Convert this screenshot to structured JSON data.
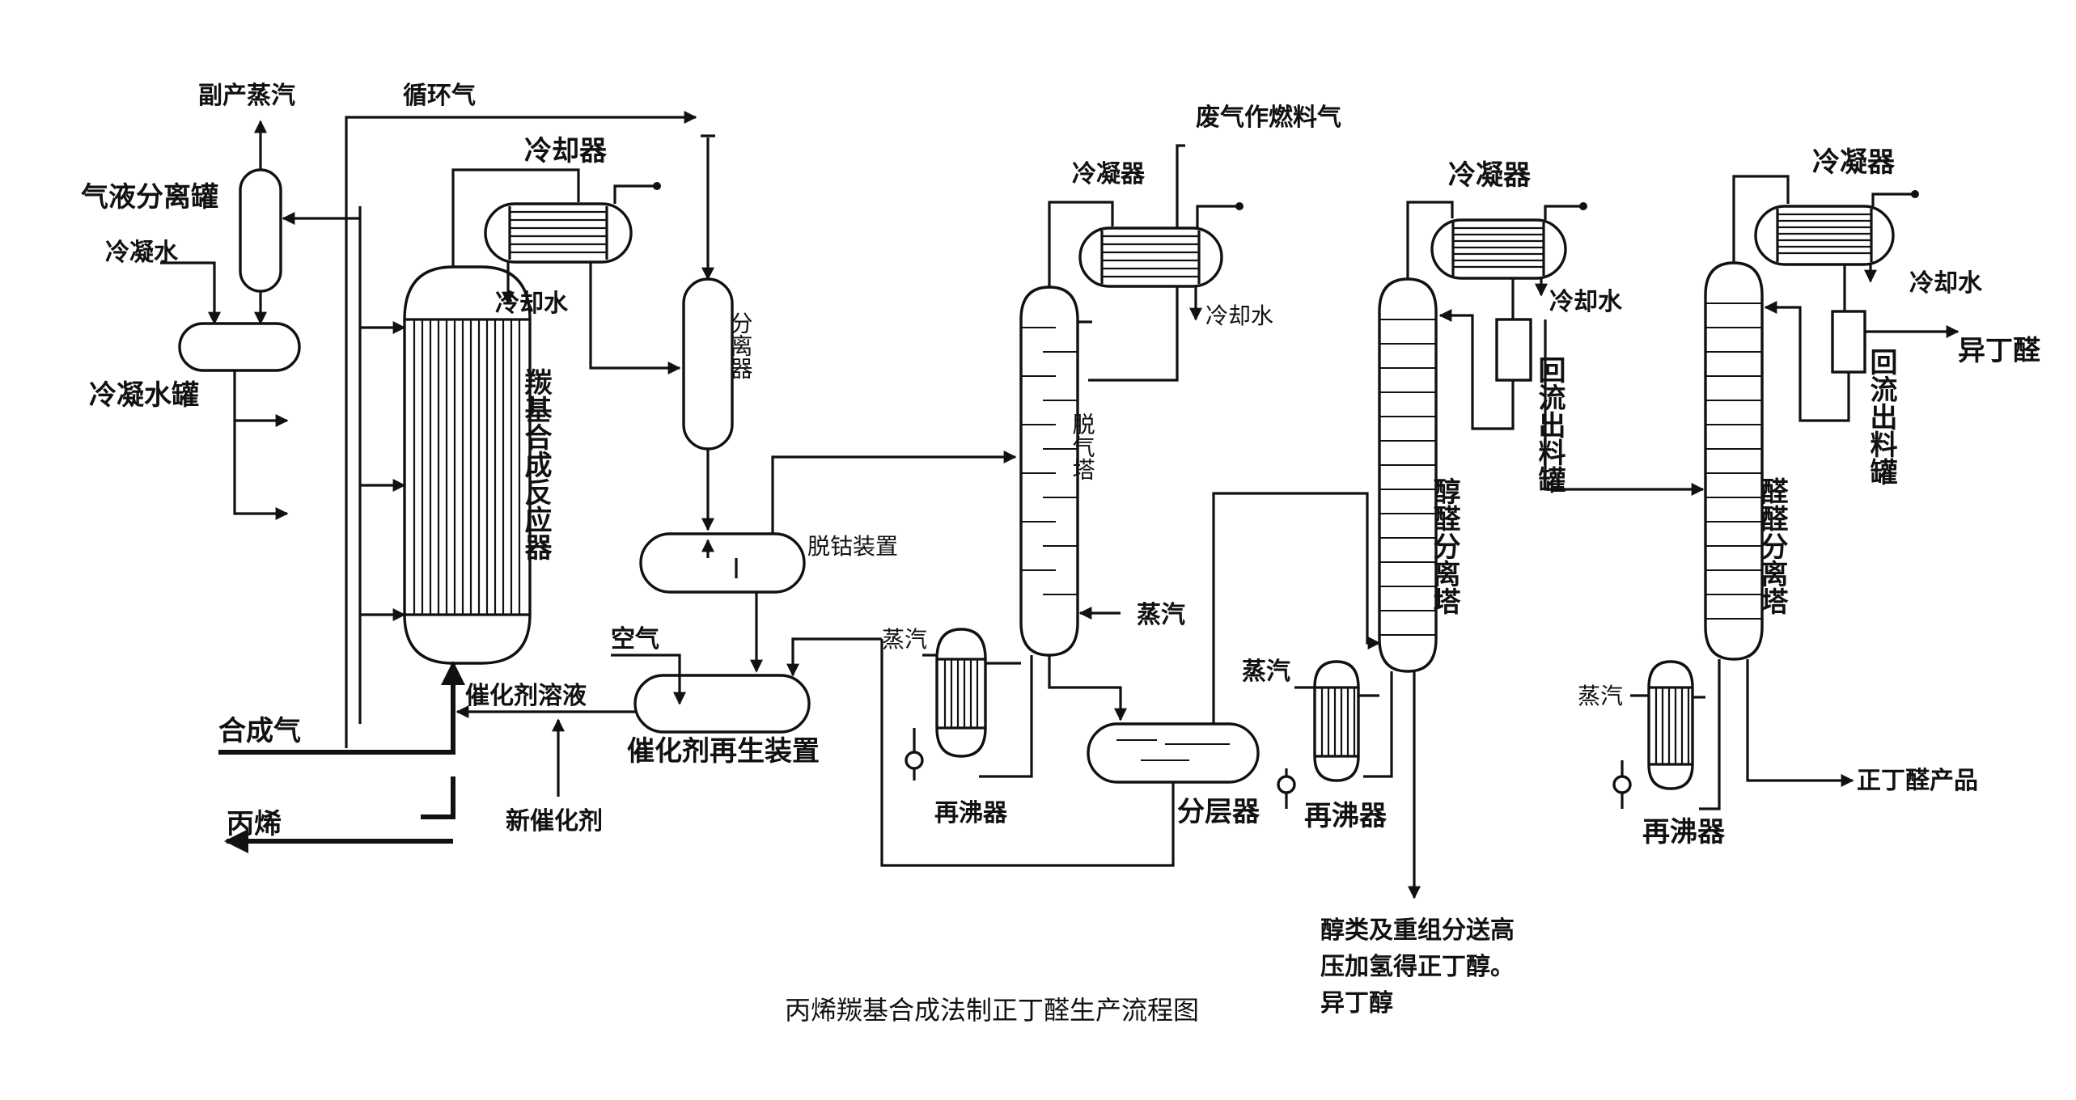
{
  "caption": "丙烯羰基合成法制正丁醛生产流程图",
  "labels": {
    "byproduct_steam": "副产蒸汽",
    "recycle_gas": "循环气",
    "gas_liquid_separator": "气液分离罐",
    "condensate_water_in": "冷凝水",
    "condensate_tank": "冷凝水罐",
    "cooler_1": "冷却器",
    "cooling_water_1": "冷却水",
    "reactor": "羰基合成反应器",
    "separator": "分离器",
    "decobalt_unit": "脱钴装置",
    "air": "空气",
    "catalyst_solution": "催化剂溶液",
    "syngas": "合成气",
    "propylene": "丙烯",
    "fresh_catalyst": "新催化剂",
    "catalyst_regen": "催化剂再生装置",
    "waste_gas_fuel": "废气作燃料气",
    "condenser_2": "冷凝器",
    "cooling_water_2": "冷却水",
    "degassing_tower": "脱气塔",
    "steam_1": "蒸汽",
    "steam_2": "蒸汽",
    "reboiler_1": "再沸器",
    "layer_separator": "分层器",
    "condenser_3": "冷凝器",
    "cooling_water_3": "冷却水",
    "reflux_tank_3": "回流出料罐",
    "alcohol_aldehyde_tower": "醇醛分离塔",
    "steam_3": "蒸汽",
    "reboiler_2": "再沸器",
    "heavy_products_line1": "醇类及重组分送高",
    "heavy_products_line2": "压加氢得正丁醇。",
    "heavy_products_line3": "异丁醇",
    "condenser_4": "冷凝器",
    "cooling_water_4": "冷却水",
    "reflux_tank_4": "回流出料罐",
    "isobutyraldehyde": "异丁醛",
    "aldehyde_tower": "醛醛分离塔",
    "steam_4": "蒸汽",
    "reboiler_3": "再沸器",
    "n_butyraldehyde_product": "正丁醛产品"
  }
}
